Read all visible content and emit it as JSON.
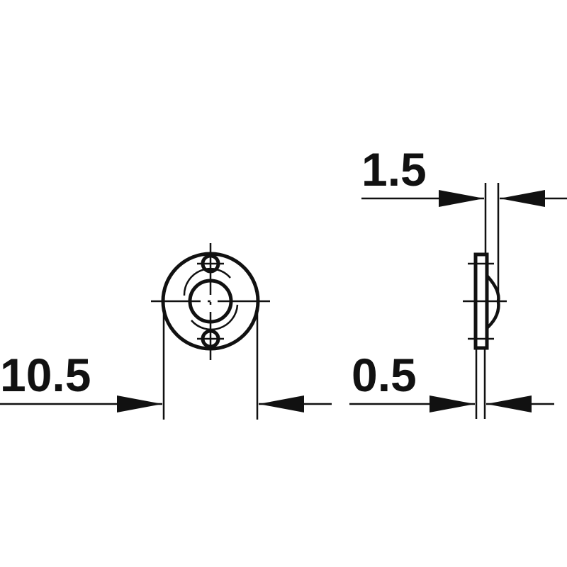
{
  "drawing": {
    "line_color": "#111111",
    "front_view": {
      "width_dimension": "10.5"
    },
    "side_view": {
      "total_thickness_dimension": "1.5",
      "plate_thickness_dimension": "0.5"
    }
  }
}
